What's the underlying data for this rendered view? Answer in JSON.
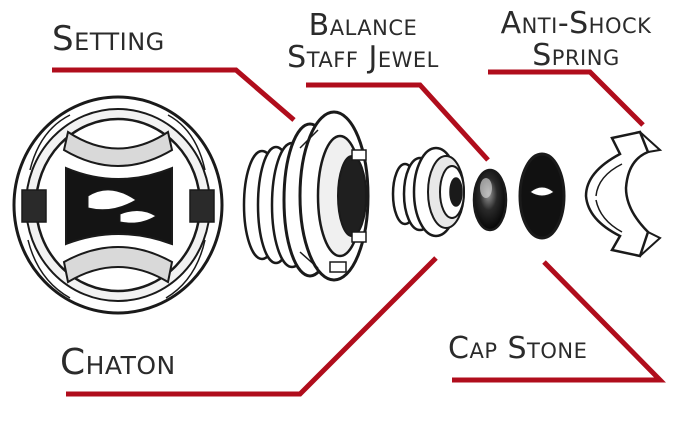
{
  "labels": {
    "setting": "Setting",
    "balance_line1": "Balance",
    "balance_line2": "Staff Jewel",
    "spring_line1": "Anti-Shock",
    "spring_line2": "Spring",
    "chaton": "Chaton",
    "cap_stone": "Cap Stone"
  },
  "colors": {
    "leader_line": "#b00d1c",
    "ink": "#1a1a1a",
    "label_text": "#2b2b2b"
  }
}
